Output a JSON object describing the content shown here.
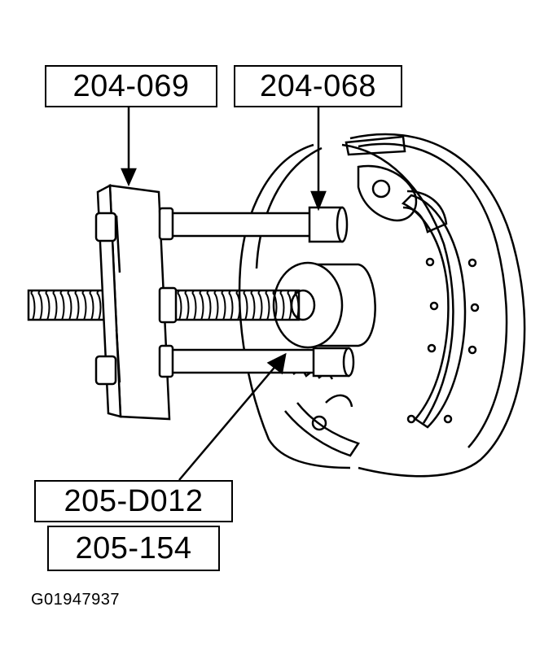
{
  "callouts": {
    "puller": "204-069",
    "adapter": "204-068",
    "remover": "205-D012",
    "remover_alt": "205-154"
  },
  "figure_id": "G01947937",
  "colors": {
    "ink": "#000000",
    "paper": "#ffffff"
  }
}
